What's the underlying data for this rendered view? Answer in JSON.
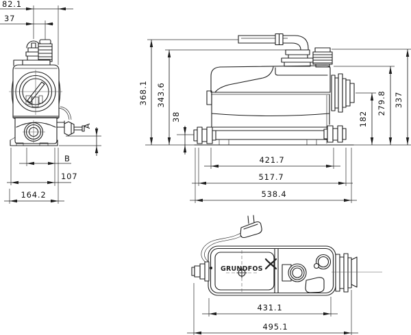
{
  "page": {
    "background": "#ffffff",
    "line_color": "#1c1c1c"
  },
  "views": {
    "front": {
      "dims": {
        "top_width": "82.1",
        "vent_spacing": "37",
        "drain_height_label": "A",
        "outlet_offset_label": "B",
        "base_offset": "107",
        "base_width": "164.2"
      }
    },
    "side": {
      "dims": {
        "total_height": "368.1",
        "coupling_height": "343.6",
        "inlet_center_height": "38",
        "side_port_height": "182",
        "lid_height": "279.8",
        "outlet_top_height": "337",
        "tank_length": "421.7",
        "length_over_couplings": "517.7",
        "overall_length": "538.4"
      }
    },
    "top": {
      "brand": "GRUNDFOS",
      "dims": {
        "body_length": "431.1",
        "overall_length": "495.1"
      }
    }
  }
}
